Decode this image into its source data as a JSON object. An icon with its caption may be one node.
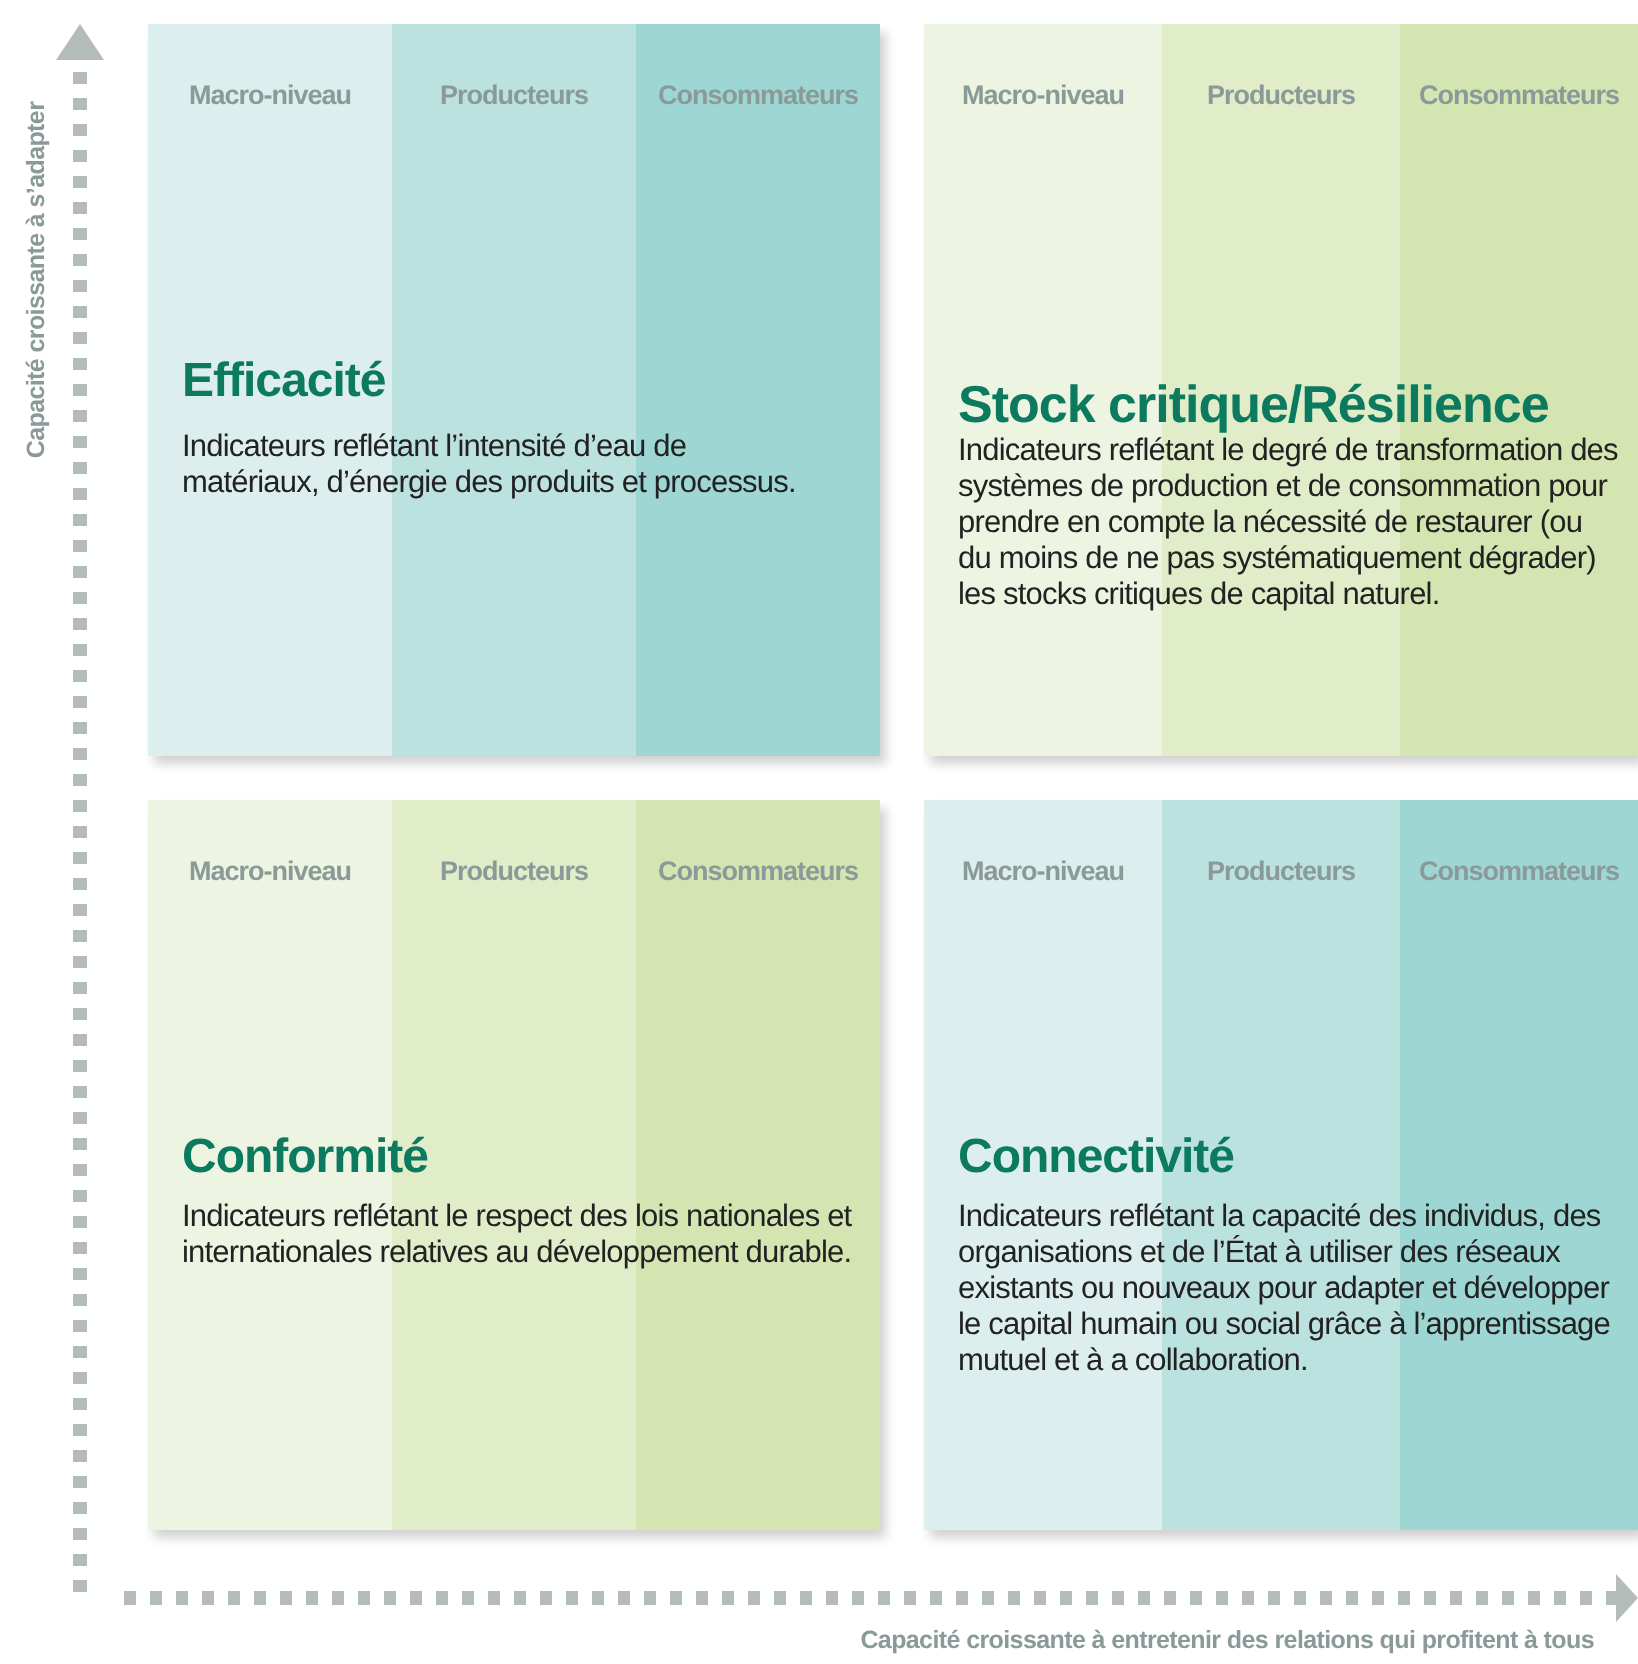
{
  "diagram": {
    "nodes": [
      {
        "text": [
          "Efficacité",
          "Indicateurs reflétant l’intensité d’eau de matériaux, d’énergie des produits et processus."
        ]
      },
      {
        "text": [
          "Macro-niveau"
        ],
        "in": 0
      },
      {
        "text": [
          "Producteurs"
        ],
        "in": 0
      },
      {
        "text": [
          "Consommateurs"
        ],
        "in": 0
      },
      {
        "text": [
          "Stock critique/Résilience",
          "Indicateurs reflétant le degré de transformation des systèmes de production et de consommation pour prendre en compte la nécessité de restaurer (ou du moins de ne pas systématiquement dégrader) les stocks critiques de capital naturel."
        ]
      },
      {
        "text": [
          "Macro-niveau"
        ],
        "in": 4
      },
      {
        "text": [
          "Producteurs"
        ],
        "in": 4
      },
      {
        "text": [
          "Consommateurs"
        ],
        "in": 4
      },
      {
        "text": [
          "Conformité",
          "Indicateurs reflétant le respect des lois nationales et internationales relatives au développement durable."
        ]
      },
      {
        "text": [
          "Macro-niveau"
        ],
        "in": 8
      },
      {
        "text": [
          "Producteurs"
        ],
        "in": 8
      },
      {
        "text": [
          "Consommateurs"
        ],
        "in": 8
      },
      {
        "text": [
          "Connectivité",
          "Indicateurs reflétant la capacité des individus, des organisations et de l’État à utiliser des réseaux existants ou nouveaux pour adapter et développer le capital humain ou social grâce à l’apprentissage mutuel et à a collaboration."
        ]
      },
      {
        "text": [
          "Macro-niveau"
        ],
        "in": 12
      },
      {
        "text": [
          "Producteurs"
        ],
        "in": 12
      },
      {
        "text": [
          "Consommateurs"
        ],
        "in": 12
      }
    ],
    "labels": [
      "Capacité croissante à s’adapter",
      "Capacité croissante à entretenir des relations qui profitent à tous"
    ]
  }
}
